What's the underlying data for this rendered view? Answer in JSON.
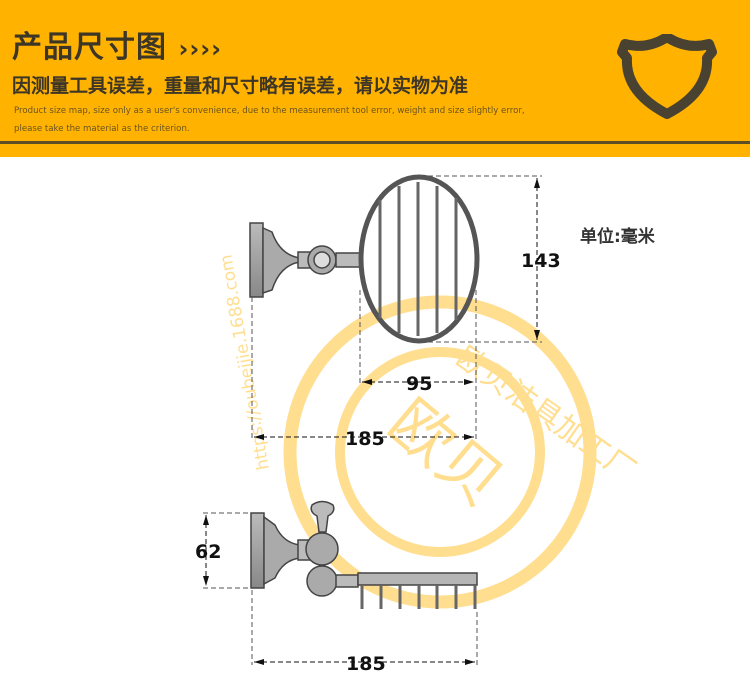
{
  "header": {
    "title": "产品尺寸图",
    "title_arrows": "››››",
    "subtitle": "因测量工具误差，重量和尺寸略有误差，请以实物为准",
    "english_note": "Product size map, size only as a user's convenience, due to the measurement tool error, weight and size slightly error, please take the material as the criterion.",
    "icon": "shield-icon"
  },
  "unit_label": "单位:毫米",
  "dimensions": {
    "height_top": "143",
    "basket_width": "95",
    "depth_top": "185",
    "height_side": "62",
    "depth_side": "185"
  },
  "watermark": {
    "ring_text": "欧贝洁具加工厂",
    "center_text": "欧贝",
    "url_text": "https://oubeijie.1688.com"
  },
  "colors": {
    "header_bg": "#FFB300",
    "header_text": "#3d3526",
    "watermark": "#FFD36B"
  }
}
